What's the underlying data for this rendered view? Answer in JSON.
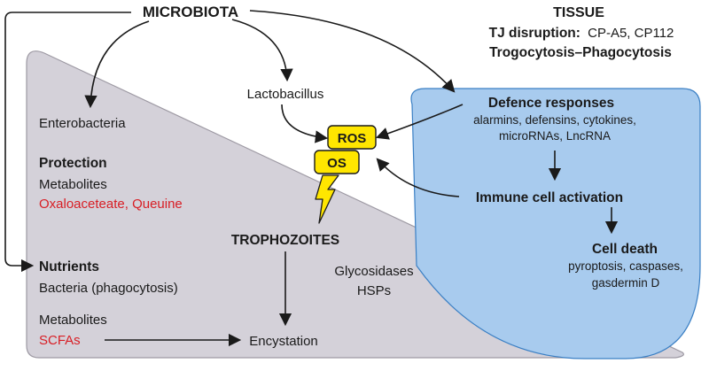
{
  "microbiota": "MICROBIOTA",
  "tissue": {
    "title": "TISSUE",
    "tj_label": "TJ disruption:",
    "tj_value": "CP-A5, CP112",
    "trogo": "Trogocytosis–Phagocytosis",
    "defence_title": "Defence responses",
    "defence_line1": "alarmins, defensins, cytokines,",
    "defence_line2": "microRNAs, LncRNA",
    "immune": "Immune cell activation",
    "death_title": "Cell death",
    "death_line1": "pyroptosis, caspases,",
    "death_line2": "gasdermin D"
  },
  "lactobacillus": "Lactobacillus",
  "ros": "ROS",
  "os": "OS",
  "enterobacteria": "Enterobacteria",
  "protection": {
    "title": "Protection",
    "metabolites": "Metabolites",
    "items": "Oxaloaceteate, Queuine"
  },
  "trophozoites": "TROPHOZOITES",
  "nutrients": {
    "title": "Nutrients",
    "bacteria": "Bacteria (phagocytosis)",
    "metabolites": "Metabolites",
    "scfas": "SCFAs"
  },
  "glycosidases": "Glycosidases",
  "hsps": "HSPs",
  "encystation": "Encystation",
  "colors": {
    "triangle_fill": "#d4d1d9",
    "tissue_fill": "#a8cbee",
    "tissue_stroke": "#3a7fc4",
    "badge_fill": "#ffe600",
    "accent_red": "#d81e25"
  }
}
